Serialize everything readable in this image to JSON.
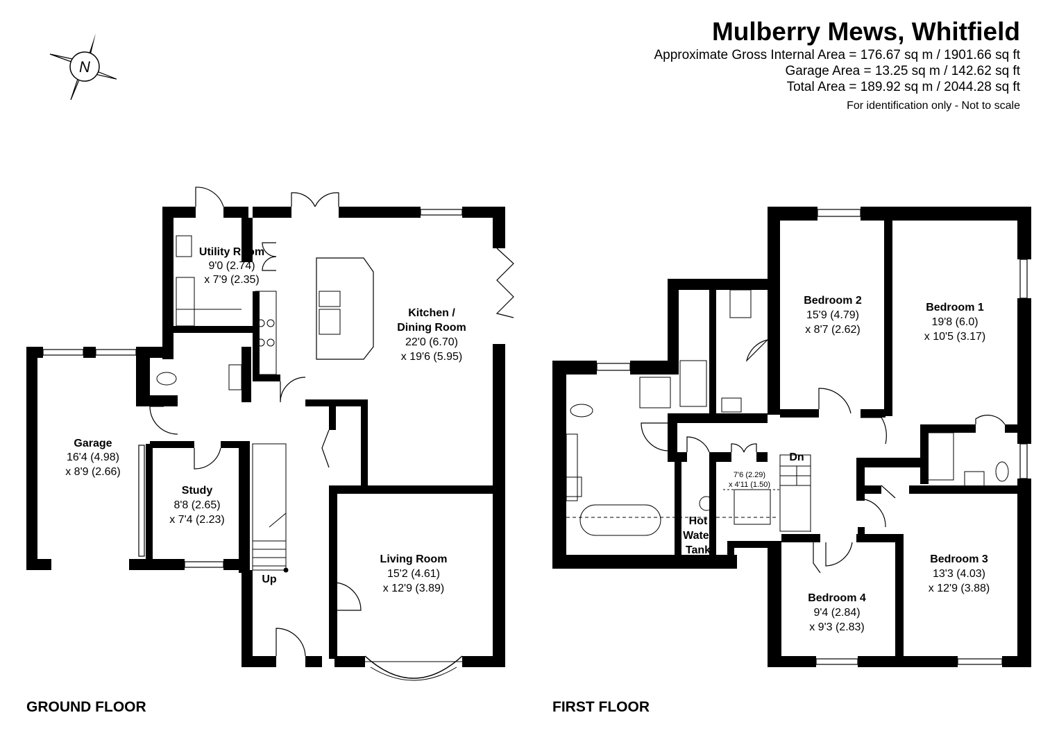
{
  "header": {
    "title": "Mulberry Mews, Whitfield",
    "gross_area": "Approximate Gross Internal Area = 176.67 sq m / 1901.66 sq ft",
    "garage_area": "Garage Area = 13.25 sq m / 142.62 sq ft",
    "total_area": "Total Area = 189.92 sq m / 2044.28 sq ft",
    "note": "For identification only - Not to scale"
  },
  "compass": {
    "letter": "N"
  },
  "ground_floor": {
    "label": "GROUND FLOOR",
    "rooms": {
      "utility": {
        "name": "Utility Room",
        "dim1": "9'0 (2.74)",
        "dim2": "x 7'9 (2.35)"
      },
      "kitchen": {
        "name1": "Kitchen /",
        "name2": "Dining Room",
        "dim1": "22'0 (6.70)",
        "dim2": "x 19'6 (5.95)"
      },
      "garage": {
        "name": "Garage",
        "dim1": "16'4 (4.98)",
        "dim2": "x 8'9 (2.66)"
      },
      "study": {
        "name": "Study",
        "dim1": "8'8 (2.65)",
        "dim2": "x 7'4 (2.23)"
      },
      "living": {
        "name": "Living Room",
        "dim1": "15'2 (4.61)",
        "dim2": "x 12'9 (3.89)"
      }
    },
    "stairs_label": "Up"
  },
  "first_floor": {
    "label": "FIRST FLOOR",
    "rooms": {
      "bedroom2": {
        "name": "Bedroom 2",
        "dim1": "15'9 (4.79)",
        "dim2": "x 8'7 (2.62)"
      },
      "bedroom1": {
        "name": "Bedroom 1",
        "dim1": "19'8 (6.0)",
        "dim2": "x 10'5 (3.17)"
      },
      "bedroom3": {
        "name": "Bedroom 3",
        "dim1": "13'3 (4.03)",
        "dim2": "x 12'9 (3.88)"
      },
      "bedroom4": {
        "name": "Bedroom 4",
        "dim1": "9'4 (2.84)",
        "dim2": "x 9'3 (2.83)"
      },
      "hot_water": {
        "line1": "Hot",
        "line2": "Water",
        "line3": "Tank"
      },
      "wardrobe": {
        "dim1": "7'6 (2.29)",
        "dim2": "x 4'11 (1.50)"
      }
    },
    "stairs_label": "Dn"
  }
}
